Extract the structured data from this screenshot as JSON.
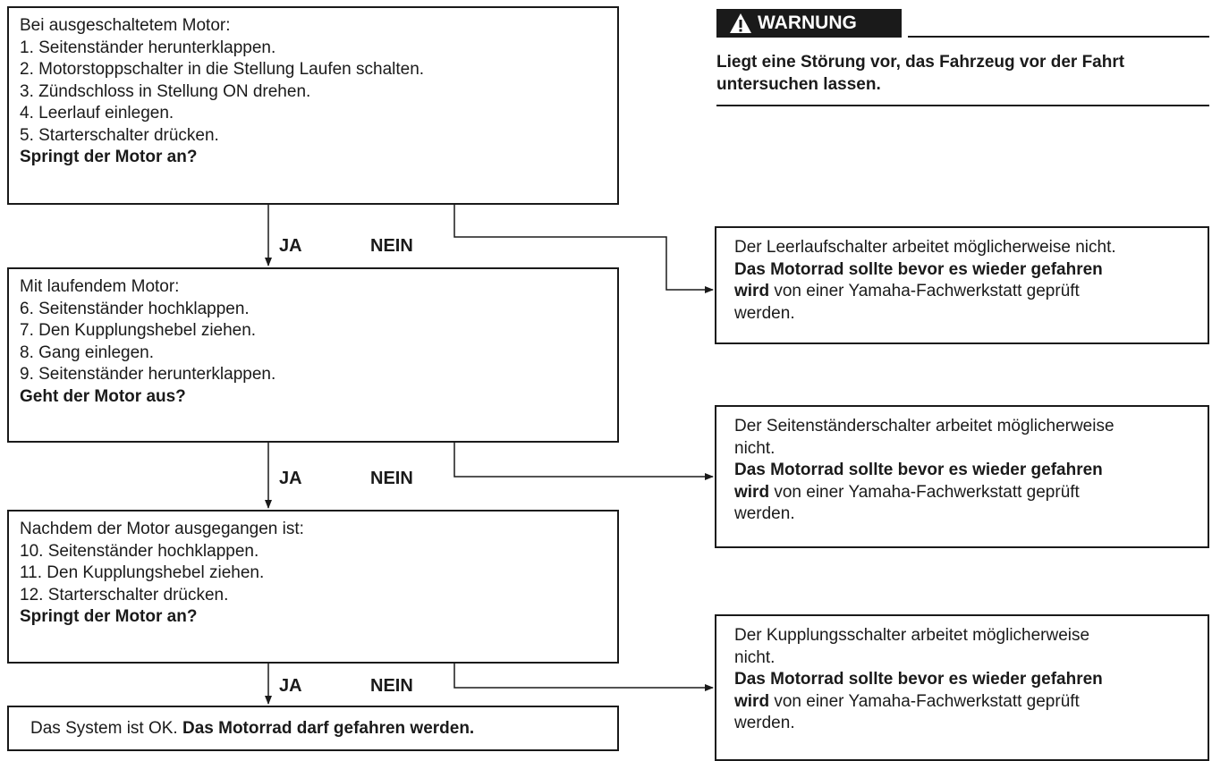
{
  "step1": {
    "lines": [
      "Bei ausgeschaltetem Motor:",
      "1. Seitenständer herunterklappen.",
      "2. Motorstoppschalter in die Stellung Laufen schalten.",
      "3. Zündschloss in Stellung ON drehen.",
      "4. Leerlauf einlegen.",
      "5. Starterschalter drücken."
    ],
    "question": "Springt der Motor an?"
  },
  "step2": {
    "lines": [
      "Mit laufendem Motor:",
      "6. Seitenständer hochklappen.",
      "7. Den Kupplungshebel ziehen.",
      "8. Gang einlegen.",
      "9. Seitenständer herunterklappen."
    ],
    "question": "Geht der Motor aus?"
  },
  "step3": {
    "lines": [
      "Nachdem der Motor ausgegangen ist:",
      "10. Seitenständer hochklappen.",
      "11. Den Kupplungshebel ziehen.",
      "12. Starterschalter drücken."
    ],
    "question": "Springt der Motor an?"
  },
  "result": {
    "normal": "Das System ist OK. ",
    "bold": "Das Motorrad darf gefahren werden."
  },
  "labels": {
    "yes": "JA",
    "no": "NEIN"
  },
  "warning": {
    "badge": "WARNUNG",
    "text": "Liegt eine Störung vor, das Fahrzeug vor der Fahrt untersuchen lassen."
  },
  "fault1": {
    "lines": [
      "Der Leerlaufschalter arbeitet möglicherweise nicht."
    ],
    "bold": "Das Motorrad sollte bevor es wieder gefahren",
    "bold2": "wird",
    "tail": " von einer Yamaha-Fachwerkstatt geprüft",
    "last": "werden."
  },
  "fault2": {
    "lines": [
      "Der Seitenständerschalter arbeitet möglicherweise",
      "nicht."
    ],
    "bold": "Das Motorrad sollte bevor es wieder gefahren",
    "bold2": "wird",
    "tail": " von einer Yamaha-Fachwerkstatt geprüft",
    "last": "werden."
  },
  "fault3": {
    "lines": [
      "Der Kupplungsschalter arbeitet möglicherweise",
      "nicht."
    ],
    "bold": "Das Motorrad sollte bevor es wieder gefahren",
    "bold2": "wird",
    "tail": " von einer Yamaha-Fachwerkstatt geprüft",
    "last": "werden."
  }
}
